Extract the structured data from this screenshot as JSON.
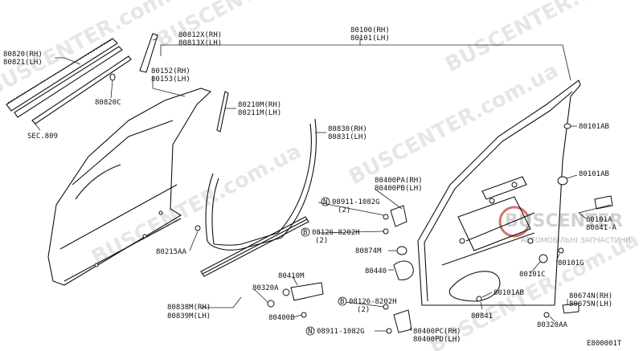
{
  "diagram_id": "E800001T",
  "watermark": {
    "text_a": "BUSCENTER.com.ua",
    "text_b": "BUSCENTER.com.ua",
    "text_c": "BUSCENTER.com.ua",
    "text_d": "BUSCENTER.com.ua",
    "text_e": "BUSCENTER.com.ua",
    "text_f": "BUSCENTER.com.ua"
  },
  "brand": {
    "name": "BUSCENTER",
    "tagline": "АВТОМОБІЛЬНІ ЗАПЧАСТИНИ",
    "color": "#c0392b"
  },
  "labels": {
    "p80820_rh": "80820(RH)",
    "p80821_lh": "80821(LH)",
    "p80820c": "80820C",
    "sec809": "SEC.809",
    "p80812x_rh": "80812X(RH)",
    "p80813x_lh": "80813X(LH)",
    "p80152_rh": "80152(RH)",
    "p80153_lh": "80153(LH)",
    "p80100_rh": "80100(RH)",
    "p80101_lh": "80101(LH)",
    "p80210m_rh": "80210M(RH)",
    "p80211m_lh": "80211M(LH)",
    "p80830_rh": "80830(RH)",
    "p80831_lh": "80831(LH)",
    "p80101ab_1": "80101AB",
    "p80101ab_2": "80101AB",
    "p80101ab_3": "80101AB",
    "p80400pa_rh": "80400PA(RH)",
    "p80400pb_lh": "80400PB(LH)",
    "n08911_1082g_top": "08911-1082G",
    "n08911_qty_top": "(2)",
    "b08126_8202h_top": "08126-8202H",
    "b08126_qty_top": "(2)",
    "p80215aa": "80215AA",
    "p80874m": "80874M",
    "p80440": "80440",
    "p80410m": "80410M",
    "p80320a": "80320A",
    "p80838m_rh": "80838M(RH)",
    "p80839m_lh": "80839M(LH)",
    "p80400b": "80400B",
    "b08126_8202h_bot": "08126-8202H",
    "b08126_qty_bot": "(2)",
    "n08911_1082g_bot": "08911-1082G",
    "p80400pc_rh": "80400PC(RH)",
    "p80400pd_lh": "80400PD(LH)",
    "p80101a": "80101A",
    "p80841a": "80841-A",
    "p80101g": "80101G",
    "p80101c": "80101C",
    "p80841": "80841",
    "p80674n_rh": "80674N(RH)",
    "p80675n_lh": "80675N(LH)",
    "p80320aa": "80320AA",
    "n_symbol": "N",
    "b_symbol": "B"
  }
}
